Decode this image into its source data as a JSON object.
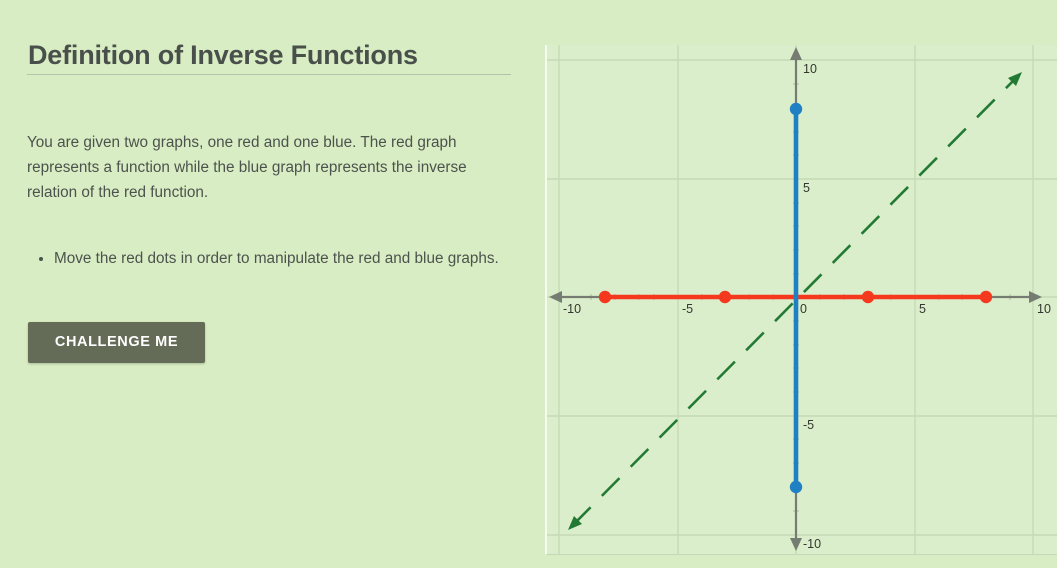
{
  "page": {
    "background_color": "#d8edc3",
    "title": "Definition of Inverse Functions"
  },
  "left_panel": {
    "title": "Definition of Inverse Functions",
    "intro_paragraph": "You are given two graphs, one red and one blue. The red graph represents a function while the blue graph represents the inverse relation of the red function.",
    "bullets": [
      "Move the red dots in order to manipulate the red and blue graphs."
    ],
    "button": {
      "label": "CHALLENGE ME",
      "background_color": "#646c57",
      "text_color": "#ffffff"
    },
    "divider_color": "#b4c3ac",
    "text_color": "#4c524d",
    "title_color": "#494f4a"
  },
  "chart_data": {
    "type": "scatter",
    "title": "",
    "xlabel": "",
    "ylabel": "",
    "xlim": [
      -10.4,
      11.0
    ],
    "ylim": [
      -10.7,
      10.8
    ],
    "grid": true,
    "grid_interval": 5,
    "tick_interval": 1,
    "legend": "none",
    "background_color": "#dbeecb",
    "grid_color": "#c9dcba",
    "axis_color": "#757d72",
    "x_axis_labels": [
      {
        "value": -10,
        "text": "-10"
      },
      {
        "value": -5,
        "text": "-5"
      },
      {
        "value": 0,
        "text": "0"
      },
      {
        "value": 5,
        "text": "5"
      },
      {
        "value": 10,
        "text": "10"
      }
    ],
    "y_axis_labels": [
      {
        "value": 10,
        "text": "10"
      },
      {
        "value": 5,
        "text": "5"
      },
      {
        "value": -5,
        "text": "-5"
      },
      {
        "value": -10,
        "text": "-10"
      }
    ],
    "series": [
      {
        "name": "red-function",
        "color": "#f4391f",
        "description": "Horizontal red segment along y = 0",
        "type": "line",
        "points": [
          {
            "x": -8.1,
            "y": 0
          },
          {
            "x": 8.1,
            "y": 0
          }
        ],
        "markers": {
          "name": "red-control-dots",
          "color": "#f4391f",
          "radius_px": 6,
          "points": [
            {
              "x": -8,
              "y": 0
            },
            {
              "x": -3,
              "y": 0
            },
            {
              "x": 3,
              "y": 0
            },
            {
              "x": 8,
              "y": 0
            }
          ]
        }
      },
      {
        "name": "blue-inverse-relation",
        "color": "#1f80c4",
        "description": "Vertical blue segment along x = 0",
        "type": "line",
        "points": [
          {
            "x": 0,
            "y": 8
          },
          {
            "x": 0,
            "y": -8
          }
        ],
        "markers": {
          "name": "blue-endpoint-dots",
          "color": "#1f80c4",
          "radius_px": 6,
          "points": [
            {
              "x": 0,
              "y": 8
            },
            {
              "x": 0,
              "y": -8
            }
          ]
        }
      },
      {
        "name": "identity-line-y-equals-x",
        "color": "#237a34",
        "description": "Dashed green line y = x with arrowheads at both ends",
        "type": "line",
        "style": "dashed",
        "points": [
          {
            "x": -9.4,
            "y": -9.6
          },
          {
            "x": 9.4,
            "y": 9.3
          }
        ]
      }
    ]
  }
}
